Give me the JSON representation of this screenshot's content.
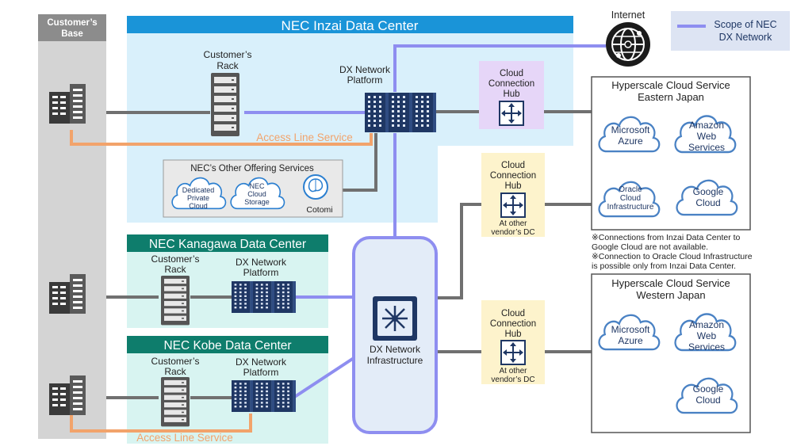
{
  "customer_base": {
    "label_line1": "Customer’s",
    "label_line2": "Base"
  },
  "internet": {
    "label": "Internet"
  },
  "legend": {
    "line1": "Scope of NEC",
    "line2": "DX Network"
  },
  "inzai": {
    "title": "NEC Inzai Data Center",
    "rack_line1": "Customer’s",
    "rack_line2": "Rack",
    "platform_line1": "DX Network",
    "platform_line2": "Platform",
    "access_line": "Access Line Service",
    "hub_line1": "Cloud",
    "hub_line2": "Connection",
    "hub_line3": "Hub",
    "other_offerings": {
      "title": "NEC’s Other Offering Services",
      "dedicated": [
        "Dedicated",
        "Private",
        "Cloud"
      ],
      "storage": [
        "NEC",
        "Cloud",
        "Storage"
      ],
      "cotomi": "Cotomi"
    }
  },
  "kanagawa": {
    "title": "NEC Kanagawa Data Center",
    "rack_line1": "Customer’s",
    "rack_line2": "Rack",
    "platform_line1": "DX Network",
    "platform_line2": "Platform"
  },
  "kobe": {
    "title": "NEC Kobe Data Center",
    "rack_line1": "Customer’s",
    "rack_line2": "Rack",
    "platform_line1": "DX Network",
    "platform_line2": "Platform",
    "access_line": "Access Line Service"
  },
  "infrastructure": {
    "line1": "DX Network",
    "line2": "Infrastructure"
  },
  "hub_other_east": {
    "line1": "Cloud",
    "line2": "Connection",
    "line3": "Hub",
    "sub1": "At other",
    "sub2": "vendor’s DC"
  },
  "hub_other_west": {
    "line1": "Cloud",
    "line2": "Connection",
    "line3": "Hub",
    "sub1": "At other",
    "sub2": "vendor’s DC"
  },
  "east": {
    "title_line1": "Hyperscale Cloud Service",
    "title_line2": "Eastern Japan",
    "azure": [
      "Microsoft",
      "Azure"
    ],
    "aws": [
      "Amazon",
      "Web",
      "Services"
    ],
    "oracle": [
      "Oracle",
      "Cloud",
      "Infrastructure"
    ],
    "google": [
      "Google",
      "Cloud"
    ]
  },
  "notes": {
    "line1": "※Connections from Inzai Data Center to",
    "line2": "Google  Cloud are not available.",
    "line3": "※Connection to Oracle Cloud Infrastructure",
    "line4": "is possible only from Inzai Data Center."
  },
  "west": {
    "title_line1": "Hyperscale Cloud Service",
    "title_line2": "Western Japan",
    "azure": [
      "Microsoft",
      "Azure"
    ],
    "aws": [
      "Amazon",
      "Web",
      "Services"
    ],
    "google": [
      "Google",
      "Cloud"
    ]
  },
  "colors": {
    "inzai_header": "#1a94d8",
    "inzai_bg": "#d9f0fb",
    "dc_header": "#0e7d6c",
    "dc_bg": "#d8f4f1",
    "access_line": "#f2a36b",
    "scope_line": "#8e8ef0",
    "gray_line": "#707070",
    "navy": "#1f3764",
    "hub_purple": "#e6d6f8",
    "hub_yellow": "#fdf3cc",
    "cloud_stroke": "#4a82c4",
    "legend_bg": "#dde4f3",
    "base_bg": "#d4d4d4",
    "base_header": "#8c8c8c"
  }
}
